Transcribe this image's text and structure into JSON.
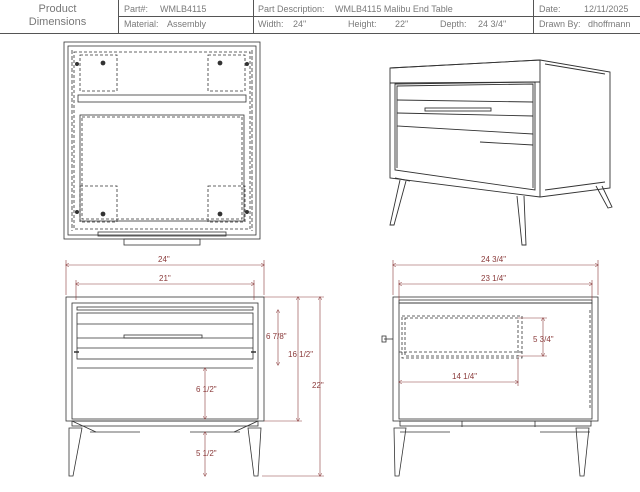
{
  "title_block": {
    "title_line1": "Product",
    "title_line2": "Dimensions",
    "part_no_label": "Part#:",
    "part_no": "WMLB4115",
    "material_label": "Material:",
    "material": "Assembly",
    "part_desc_label": "Part Description:",
    "part_desc": "WMLB4115 Malibu End Table",
    "width_label": "Width:",
    "width": "24\"",
    "height_label": "Height:",
    "height": "22\"",
    "depth_label": "Depth:",
    "depth": "24 3/4\"",
    "date_label": "Date:",
    "date": "12/11/2025",
    "drawn_by_label": "Drawn By:",
    "drawn_by": "dhoffmann"
  },
  "front_dims": {
    "overall_width": "24\"",
    "inner_width": "21\"",
    "drawer_height": "6 7/8\"",
    "body_height": "16 1/2\"",
    "overall_height": "22\"",
    "shelf_height": "6 1/2\"",
    "leg_height": "5 1/2\""
  },
  "side_dims": {
    "overall_depth": "24 3/4\"",
    "inner_depth": "23 1/4\"",
    "drawer_depth": "14 1/4\"",
    "drawer_box_height": "5 3/4\""
  },
  "colors": {
    "line": "#3a3a3a",
    "dimension": "#8a3a3a",
    "border": "#555555"
  }
}
